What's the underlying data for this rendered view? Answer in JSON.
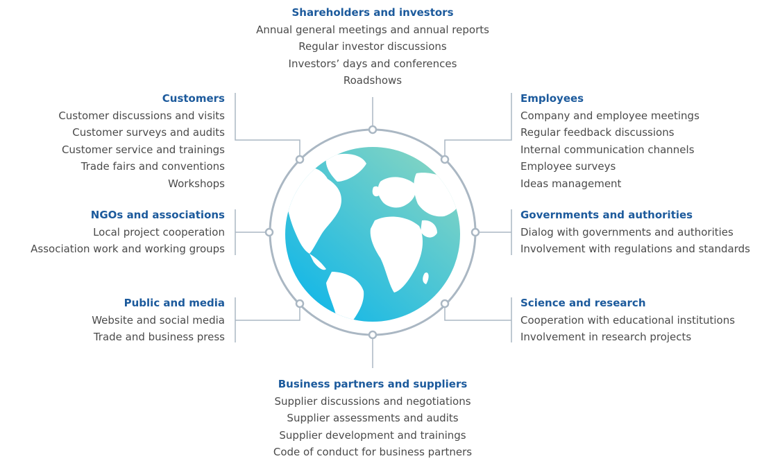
{
  "colors": {
    "title": "#1c5a9c",
    "text": "#4a4a4a",
    "ring": "#aab7c3",
    "globe_light": "#7fd3c4",
    "globe_dark": "#17b8e6",
    "land": "#ffffff"
  },
  "groups": {
    "top": {
      "title": "Shareholders and investors",
      "items": [
        "Annual general meetings and annual reports",
        "Regular investor discussions",
        "Investors’ days and conferences",
        "Roadshows"
      ]
    },
    "top_left": {
      "title": "Customers",
      "items": [
        "Customer discussions and visits",
        "Customer surveys and audits",
        "Customer service and trainings",
        "Trade fairs and conventions",
        "Workshops"
      ]
    },
    "top_right": {
      "title": "Employees",
      "items": [
        "Company and employee meetings",
        "Regular feedback discussions",
        "Internal communication channels",
        "Employee surveys",
        "Ideas management"
      ]
    },
    "mid_left": {
      "title": "NGOs and associations",
      "items": [
        "Local project cooperation",
        "Association work and working groups"
      ]
    },
    "mid_right": {
      "title": "Governments and authorities",
      "items": [
        "Dialog with governments and authorities",
        "Involvement with regulations and standards"
      ]
    },
    "bottom_left": {
      "title": "Public and media",
      "items": [
        "Website and social media",
        "Trade and business press"
      ]
    },
    "bottom_right": {
      "title": "Science and research",
      "items": [
        "Cooperation with educational institutions",
        "Involvement in research projects"
      ]
    },
    "bottom": {
      "title": "Business partners and suppliers",
      "items": [
        "Supplier discussions and negotiations",
        "Supplier assessments and audits",
        "Supplier development and trainings",
        "Code of conduct for business partners"
      ]
    }
  }
}
